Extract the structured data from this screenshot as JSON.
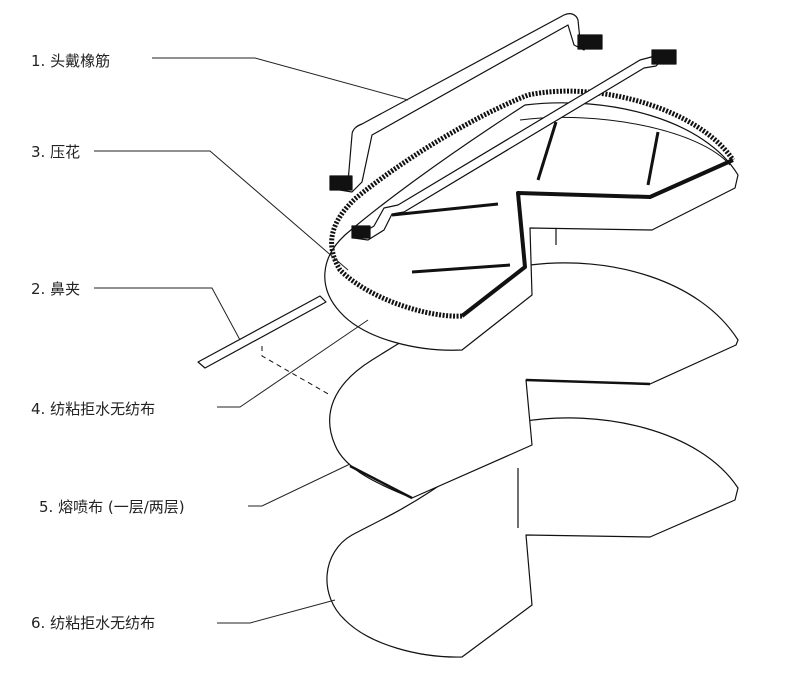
{
  "labels": {
    "headband": "1. 头戴橡筋",
    "embossing": "3. 压花",
    "nose_clip": "2. 鼻夹",
    "outer_layer": "4. 纺粘拒水无纺布",
    "meltblown": "5. 熔喷布 (一层/两层)",
    "inner_layer": "6. 纺粘拒水无纺布"
  }
}
